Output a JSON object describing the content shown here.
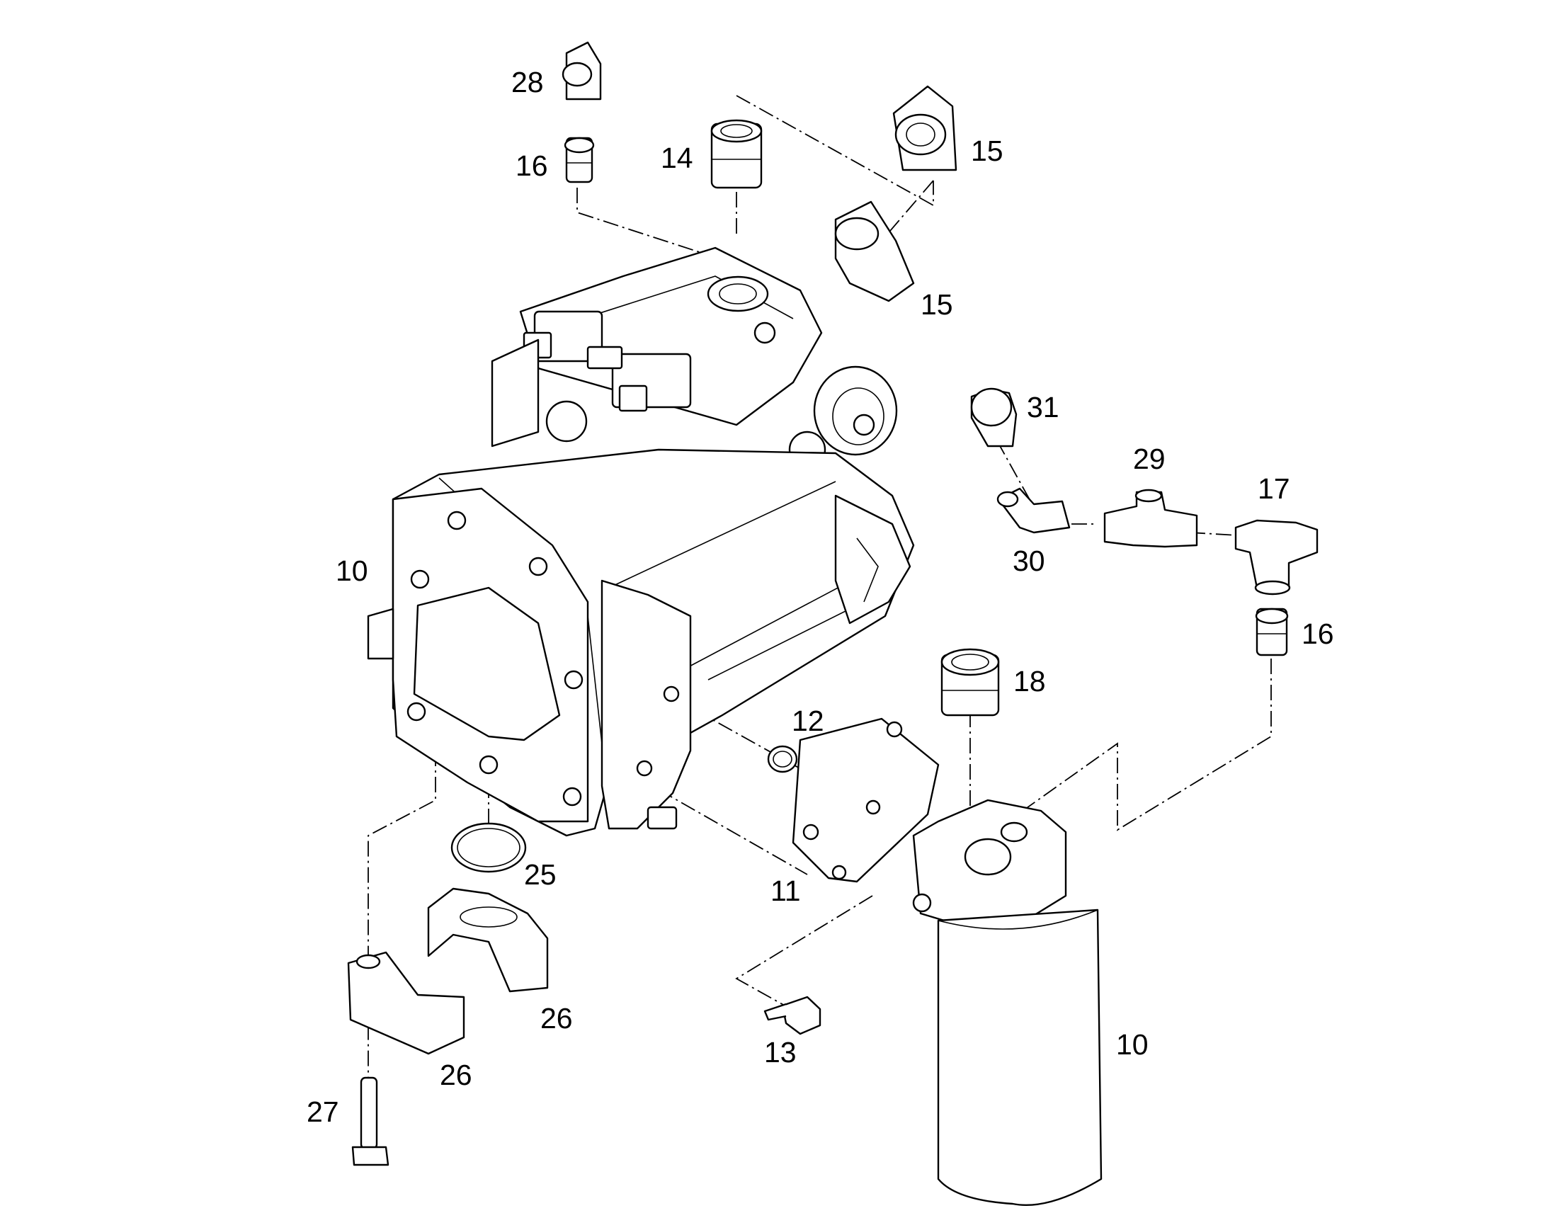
{
  "callouts": [
    {
      "label": "28"
    },
    {
      "label": "16"
    },
    {
      "label": "14"
    },
    {
      "label": "15"
    },
    {
      "label": "15"
    },
    {
      "label": "31"
    },
    {
      "label": "29"
    },
    {
      "label": "17"
    },
    {
      "label": "30"
    },
    {
      "label": "10"
    },
    {
      "label": "16"
    },
    {
      "label": "18"
    },
    {
      "label": "12"
    },
    {
      "label": "25"
    },
    {
      "label": "11"
    },
    {
      "label": "26"
    },
    {
      "label": "26"
    },
    {
      "label": "13"
    },
    {
      "label": "10"
    },
    {
      "label": "27"
    }
  ]
}
